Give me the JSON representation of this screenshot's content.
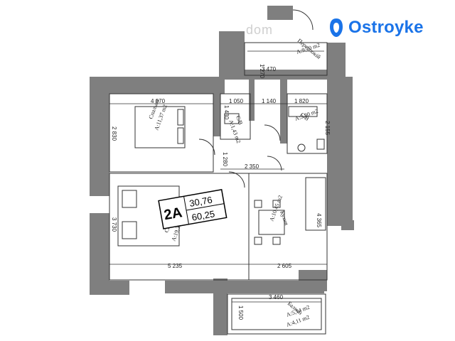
{
  "brand": {
    "name": "Ostroyke",
    "color": "#1a73e8"
  },
  "watermark": "dom",
  "unit": {
    "code": "2A",
    "area_living": "30,76",
    "area_total": "60,25"
  },
  "rooms": {
    "bedroom_small": {
      "name": "Спальня",
      "area": "A:11,37 m2"
    },
    "bedroom_large": {
      "name": "Спальня",
      "area": "A:19,39 m2"
    },
    "hall": {
      "name": "Передпокій",
      "area": "A:9,70 m2"
    },
    "bath1": {
      "name": "С/В",
      "area": "A:1,43 m2"
    },
    "bath2": {
      "name": "С/В",
      "area": "A:3,80 m2"
    },
    "kitchen": {
      "name": "Кухня",
      "area": "A:10,45 m2"
    },
    "balcony": {
      "name": "Балкон",
      "area1": "A:5,14 m2",
      "area2": "A:4,11 m2"
    }
  },
  "dims": {
    "hall_height": "1 270",
    "hall_width": "3 470",
    "bed1_width": "4 070",
    "bath1_width": "1 050",
    "corridor_width": "1 140",
    "bath2_width": "1 820",
    "bed1_height": "2 830",
    "bath1_height": "1 430",
    "bath2_height": "2 155",
    "door_width": "1 280",
    "corridor_len": "2 350",
    "bed2_height": "3 730",
    "bed2_width": "5 235",
    "kitchen_width": "2 605",
    "kitchen_height": "4 365",
    "balcony_width": "3 460",
    "balcony_height": "1 500"
  },
  "colors": {
    "wall": "#7f7f7f",
    "line": "#333333"
  }
}
